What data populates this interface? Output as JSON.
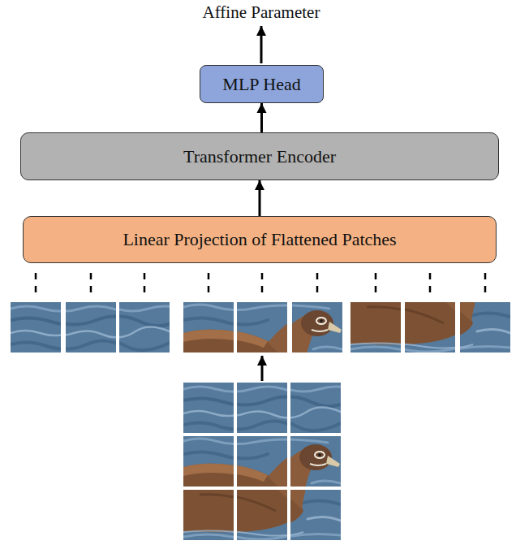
{
  "diagram": {
    "nodes": [
      {
        "text": [
          "MLP Head"
        ]
      },
      {
        "text": [
          "Transformer Encoder"
        ]
      },
      {
        "text": [
          "Linear Projection of Flattened Patches"
        ]
      }
    ],
    "edges": [
      {
        "from": 1,
        "to": 0,
        "arrow": "to"
      },
      {
        "from": 2,
        "to": 1,
        "arrow": "to"
      }
    ],
    "labels": [
      "Affine Parameter"
    ]
  }
}
